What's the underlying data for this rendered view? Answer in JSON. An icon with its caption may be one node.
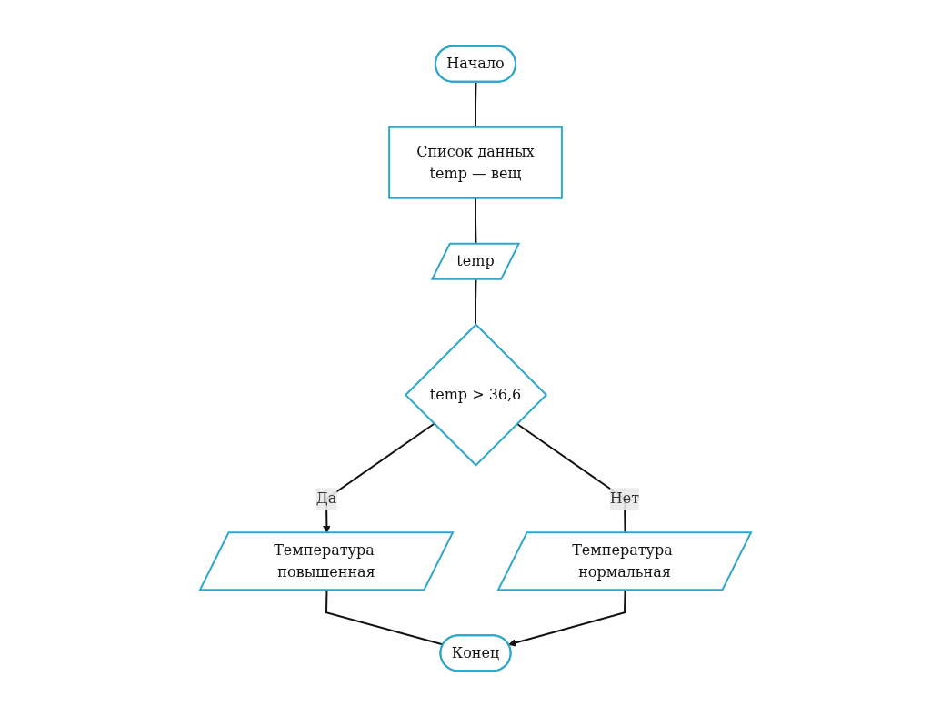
{
  "diagram": {
    "nodes": [
      {
        "text": [
          "Начало"
        ]
      },
      {
        "text": [
          "Список данных",
          "temp — вещ"
        ]
      },
      {
        "text": [
          "temp"
        ]
      },
      {
        "text": [
          "temp > 36,6"
        ]
      },
      {
        "text": [
          "Температура повышенная"
        ]
      },
      {
        "text": [
          "Температура нормальная"
        ]
      },
      {
        "text": [
          "Конец"
        ]
      }
    ],
    "edges": [
      {
        "from": 0,
        "to": 1,
        "arrow": "none"
      },
      {
        "from": 1,
        "to": 2,
        "arrow": "none"
      },
      {
        "from": 2,
        "to": 3,
        "arrow": "none"
      },
      {
        "from": 3,
        "to": 4,
        "arrow": "to",
        "label": "Да"
      },
      {
        "from": 3,
        "to": 5,
        "arrow": "none",
        "label": "Нет"
      },
      {
        "from": 4,
        "to": 6,
        "arrow": "none"
      },
      {
        "from": 5,
        "to": 6,
        "arrow": "to"
      }
    ]
  }
}
